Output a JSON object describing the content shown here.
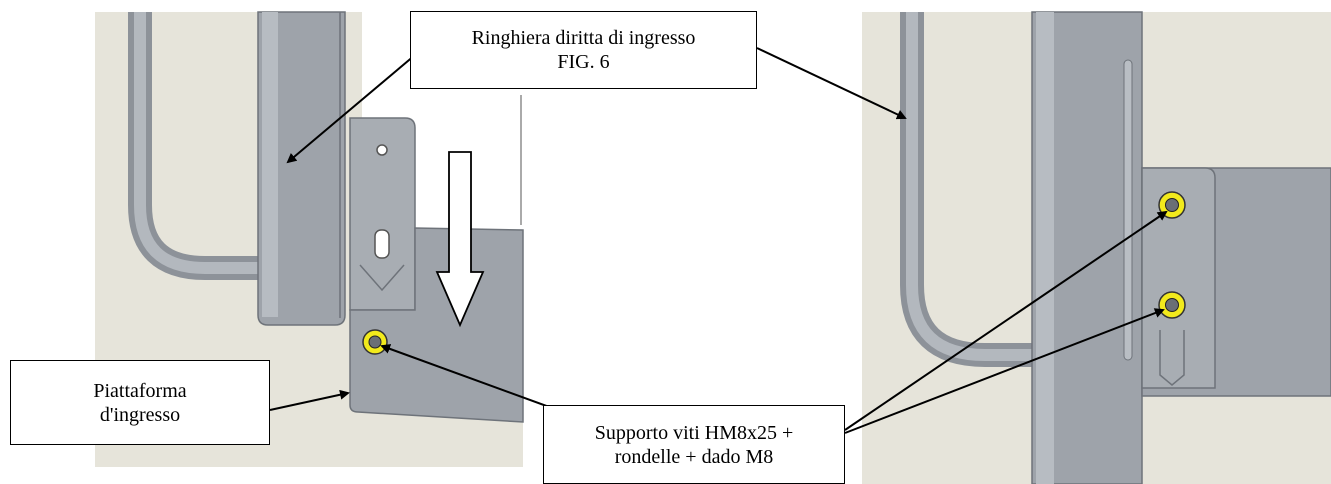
{
  "callouts": {
    "ringhiera": {
      "line1": "Ringhiera diritta di ingresso",
      "line2": "FIG. 6"
    },
    "piattaforma": {
      "line1": "Piattaforma",
      "line2": "d'ingresso"
    },
    "supporto": {
      "line1": "Supporto viti HM8x25 +",
      "line2": "rondelle + dado M8"
    }
  },
  "colors": {
    "background_panel": "#e6e4da",
    "metal": "#9ea3aa",
    "metal_dark": "#7f848b",
    "washer": "#f2ea1c",
    "arrow_outline": "#000000"
  },
  "icons": [
    "down-arrow-icon",
    "bolt-washer-icon"
  ]
}
